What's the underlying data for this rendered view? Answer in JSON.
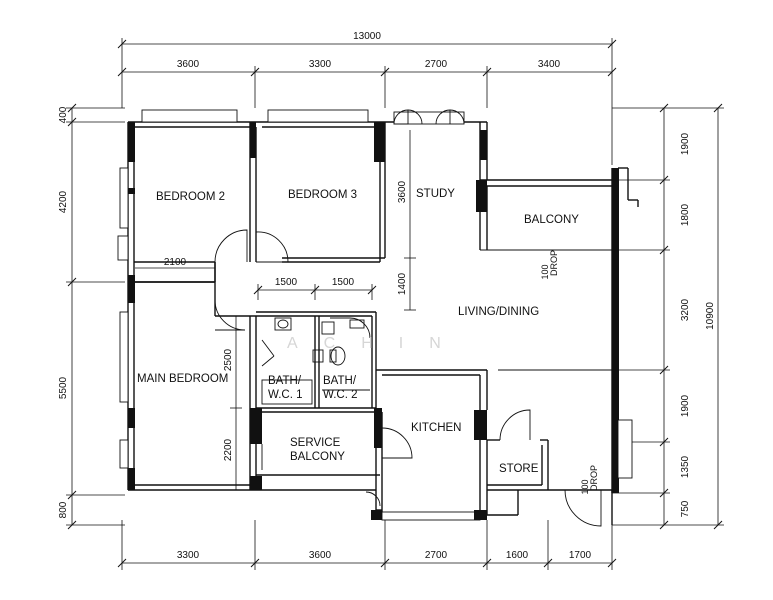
{
  "dims": {
    "overall": "13000",
    "top": [
      "3600",
      "3300",
      "2700",
      "3400"
    ],
    "bottom": [
      "3300",
      "3600",
      "2700",
      "1600",
      "1700"
    ],
    "left": [
      "400",
      "4200",
      "5500",
      "800"
    ],
    "right_total": "10900",
    "right": [
      "1900",
      "1800",
      "3200",
      "1900",
      "1350",
      "750"
    ],
    "interior": {
      "bed_width": "2100",
      "bath1": "1500",
      "bath2": "1500",
      "study_3600": "3600",
      "study_1400": "1400",
      "bath_2500": "2500",
      "service_2200": "2200"
    }
  },
  "rooms": {
    "bedroom2": "BEDROOM 2",
    "bedroom3": "BEDROOM 3",
    "study": "STUDY",
    "balcony": "BALCONY",
    "living": "LIVING/DINING",
    "main_bedroom": "MAIN BEDROOM",
    "bath1_line1": "BATH/",
    "bath1_line2": "W.C. 1",
    "bath2_line1": "BATH/",
    "bath2_line2": "W.C. 2",
    "service1": "SERVICE",
    "service2": "BALCONY",
    "kitchen": "KITCHEN",
    "store": "STORE"
  },
  "notes": {
    "drop_top_num": "100",
    "drop_top_word": "DROP",
    "drop_bottom_num": "100",
    "drop_bottom_word": "DROP"
  },
  "watermark": "ACHIN"
}
